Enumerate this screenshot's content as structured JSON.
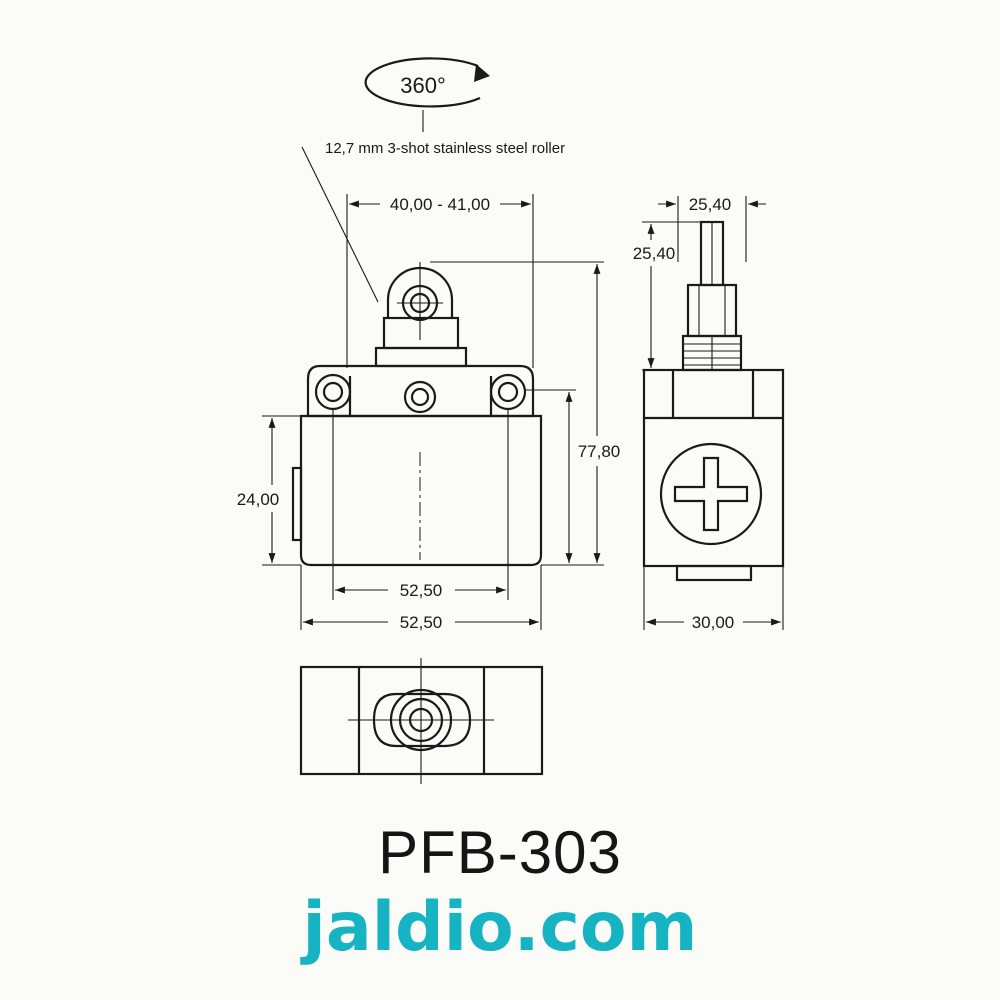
{
  "rotation_label": "360°",
  "roller_note": "12,7 mm  3-shot stainless steel roller",
  "dimensions": {
    "top_width": "40,00 - 41,00",
    "height": "77,80",
    "side_height": "24,00",
    "hole_spacing": "52,50",
    "body_width": "52,50",
    "side_actuator_width": "25,40",
    "side_actuator_height": "25,40",
    "side_body_width": "30,00"
  },
  "model": "PFB-303",
  "brand": "jaldio.com",
  "colors": {
    "line": "#1a1a1a",
    "brand": "#16b3c2",
    "background": "#fbfbf8"
  }
}
